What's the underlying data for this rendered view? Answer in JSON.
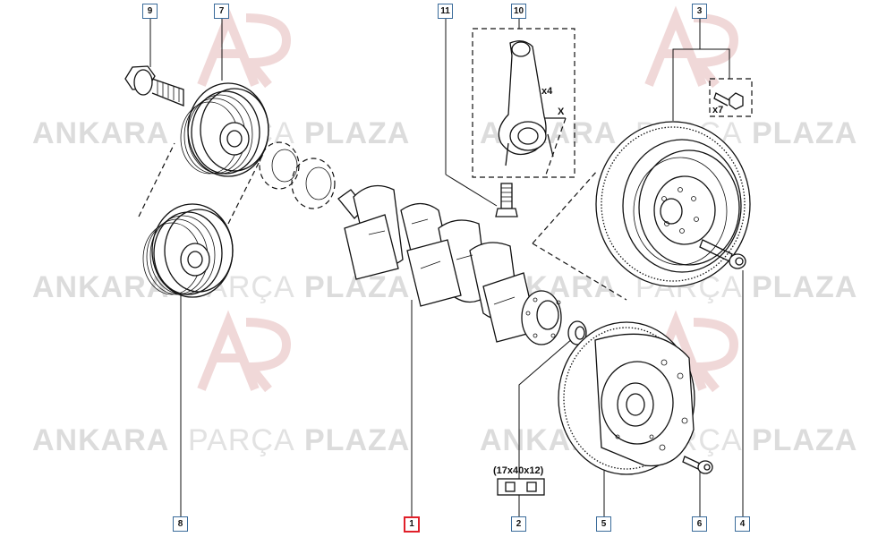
{
  "watermark": {
    "brand_bold_1": "ANKARA",
    "brand_light": "PARÇA",
    "brand_bold_2": "PLAZA"
  },
  "callouts": [
    {
      "id": "c1",
      "label": "1",
      "highlight": true
    },
    {
      "id": "c2",
      "label": "2"
    },
    {
      "id": "c3",
      "label": "3"
    },
    {
      "id": "c4",
      "label": "4"
    },
    {
      "id": "c5",
      "label": "5"
    },
    {
      "id": "c6",
      "label": "6"
    },
    {
      "id": "c7",
      "label": "7"
    },
    {
      "id": "c8",
      "label": "8"
    },
    {
      "id": "c9",
      "label": "9"
    },
    {
      "id": "c10",
      "label": "10"
    },
    {
      "id": "c11",
      "label": "11"
    }
  ],
  "annotations": {
    "conrod_qty": "x4",
    "conrod_section": "X",
    "bolt_qty": "x7",
    "bearing_size": "(17x40x12)"
  },
  "colors": {
    "line": "#111111",
    "callout_border": "#3a6b9a",
    "highlight": "#e0202a",
    "watermark_text": "#dcdcdc"
  }
}
